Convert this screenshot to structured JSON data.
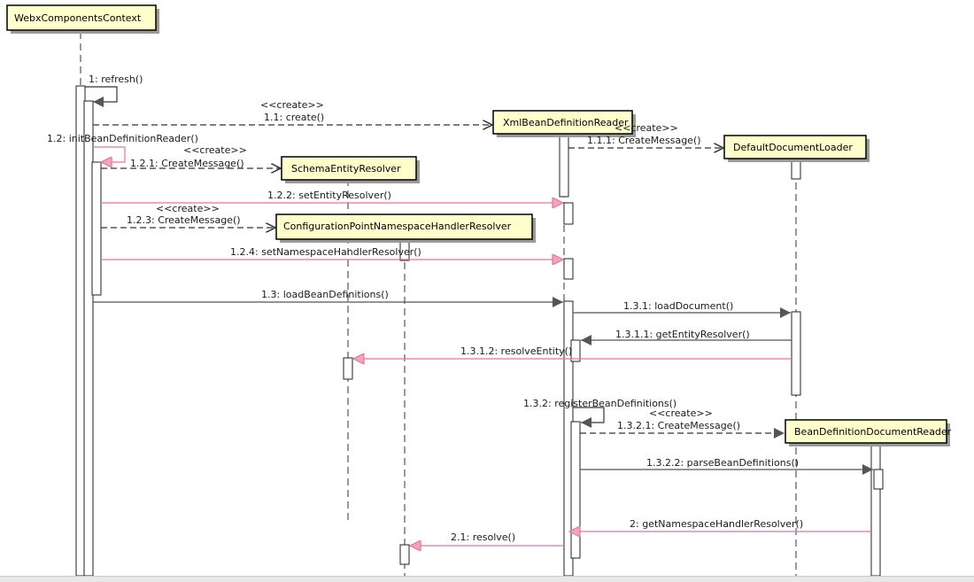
{
  "participants": [
    {
      "id": "wcc",
      "name": "WebxComponentsContext"
    },
    {
      "id": "xbdr",
      "name": "XmlBeanDefinitionReader"
    },
    {
      "id": "ddl",
      "name": "DefaultDocumentLoader"
    },
    {
      "id": "ser",
      "name": "SchemaEntityResolver"
    },
    {
      "id": "cpnhr",
      "name": "ConfigurationPointNamespaceHandlerResolver"
    },
    {
      "id": "bddr",
      "name": "BeanDefinitionDocumentReader"
    }
  ],
  "messages": [
    {
      "id": "m1",
      "label": "1: refresh()",
      "kind": "self"
    },
    {
      "id": "m1_1",
      "label": "1.1: create()",
      "stereotype": "<<create>>",
      "kind": "create"
    },
    {
      "id": "m1_1_1",
      "label": "1.1.1: CreateMessage()",
      "stereotype": "<<create>>",
      "kind": "create"
    },
    {
      "id": "m1_2",
      "label": "1.2: initBeanDefinitionReader()",
      "kind": "self"
    },
    {
      "id": "m1_2_1",
      "label": "1.2.1: CreateMessage()",
      "stereotype": "<<create>>",
      "kind": "create"
    },
    {
      "id": "m1_2_2",
      "label": "1.2.2: setEntityResolver()",
      "kind": "call"
    },
    {
      "id": "m1_2_3",
      "label": "1.2.3: CreateMessage()",
      "stereotype": "<<create>>",
      "kind": "create"
    },
    {
      "id": "m1_2_4",
      "label": "1.2.4: setNamespaceHandlerResolver()",
      "kind": "call"
    },
    {
      "id": "m1_3",
      "label": "1.3: loadBeanDefinitions()",
      "kind": "call"
    },
    {
      "id": "m1_3_1",
      "label": "1.3.1: loadDocument()",
      "kind": "call"
    },
    {
      "id": "m1_3_1_1",
      "label": "1.3.1.1: getEntityResolver()",
      "kind": "call"
    },
    {
      "id": "m1_3_1_2",
      "label": "1.3.1.2: resolveEntity()",
      "kind": "call"
    },
    {
      "id": "m1_3_2",
      "label": "1.3.2: registerBeanDefinitions()",
      "kind": "self"
    },
    {
      "id": "m1_3_2_1",
      "label": "1.3.2.1: CreateMessage()",
      "stereotype": "<<create>>",
      "kind": "create"
    },
    {
      "id": "m1_3_2_2",
      "label": "1.3.2.2: parseBeanDefinitions()",
      "kind": "call"
    },
    {
      "id": "m2",
      "label": "2: getNamespaceHandlerResolver()",
      "kind": "call"
    },
    {
      "id": "m2_1",
      "label": "2.1: resolve()",
      "kind": "call"
    }
  ],
  "colors": {
    "box_fill": "#ffffcc",
    "pink_message": "#e8739a",
    "gray_message": "#555555"
  }
}
